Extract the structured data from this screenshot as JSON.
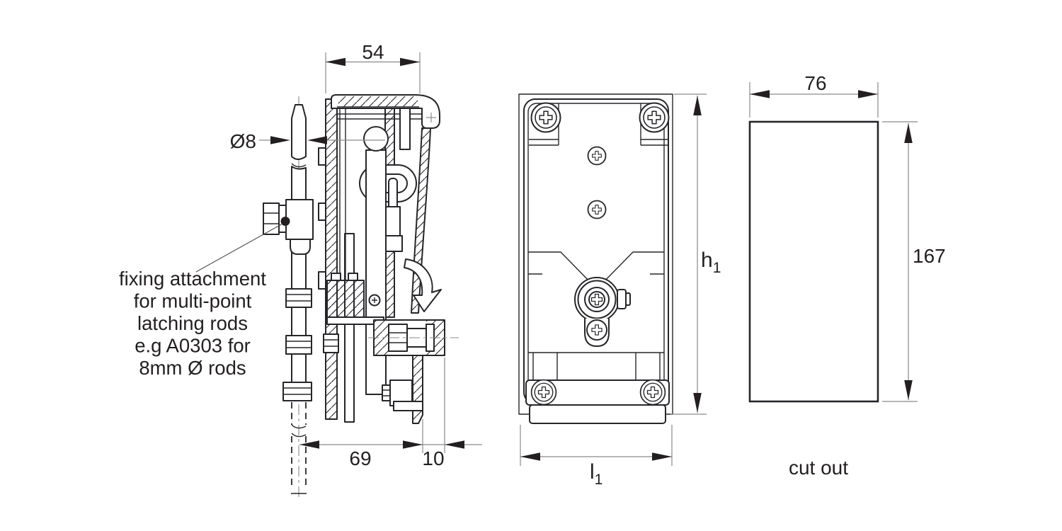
{
  "colors": {
    "background": "#ffffff",
    "part_line": "#26262a",
    "dimension_line": "#8a8a8a",
    "text": "#231f20"
  },
  "views": {
    "side_view": {
      "dim_width": "54",
      "dim_rod_diameter": "Ø8",
      "dim_rod_offset": "69",
      "dim_depth": "10",
      "note_lines": [
        "fixing attachment",
        "for multi-point",
        "latching rods",
        "e.g A0303 for",
        "8mm Ø rods"
      ]
    },
    "front_view": {
      "dim_height_base": "h",
      "dim_height_sub": "1",
      "dim_width_base": "l",
      "dim_width_sub": "1"
    },
    "cutout_view": {
      "dim_width": "76",
      "dim_height": "167",
      "caption": "cut out"
    }
  }
}
